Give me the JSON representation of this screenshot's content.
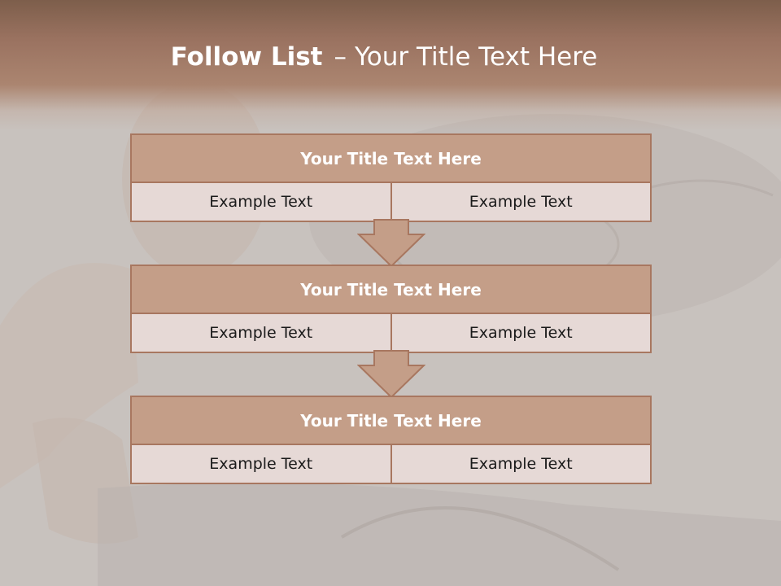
{
  "slide": {
    "title_bold": "Follow List",
    "title_dash": "–",
    "title_rest": "Your Title Text Here",
    "steps": [
      {
        "title": "Your Title Text Here",
        "left": "Example Text",
        "right": "Example Text"
      },
      {
        "title": "Your Title Text Here",
        "left": "Example Text",
        "right": "Example Text"
      },
      {
        "title": "Your Title Text Here",
        "left": "Example Text",
        "right": "Example Text"
      }
    ]
  },
  "colors": {
    "accent": "#c49e88",
    "border": "#a87760",
    "cell_fill": "#e6d9d6",
    "header_band": "#9a7260",
    "background": "#c9c3bf"
  }
}
